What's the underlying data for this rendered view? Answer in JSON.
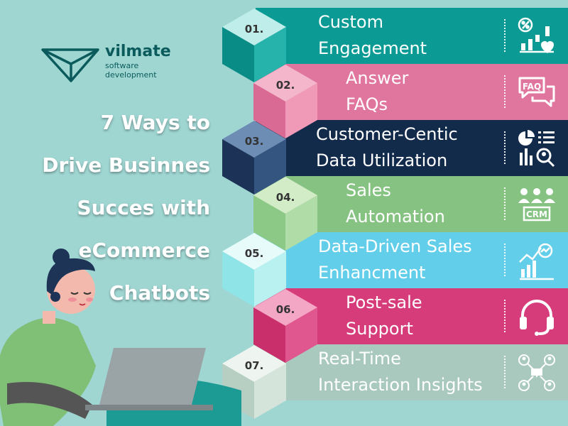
{
  "brand": {
    "name": "vilmate",
    "tagline_line1": "software",
    "tagline_line2": "development"
  },
  "headline": {
    "lines": [
      "7 Ways to",
      "Drive Businnes",
      "Succes with",
      "eCommerce",
      "Chatbots"
    ]
  },
  "steps": [
    {
      "number": "01.",
      "line1": "Custom",
      "line2": "Engagement",
      "icon": "analytics-icon",
      "color": "#0b9b94"
    },
    {
      "number": "02.",
      "line1": "Answer",
      "line2": "FAQs",
      "icon": "faq-icon",
      "color": "#e0769e"
    },
    {
      "number": "03.",
      "line1": "Customer-Centic",
      "line2": "Data Utilization",
      "icon": "data-report-icon",
      "color": "#132b4b"
    },
    {
      "number": "04.",
      "line1": "Sales",
      "line2": "Automation",
      "icon": "crm-icon",
      "color": "#86c383"
    },
    {
      "number": "05.",
      "line1": "Data-Driven Sales",
      "line2": "Enhancment",
      "icon": "growth-chart-icon",
      "color": "#62ceea"
    },
    {
      "number": "06.",
      "line1": "Post-sale",
      "line2": "Support",
      "icon": "headset-icon",
      "color": "#d63b7a"
    },
    {
      "number": "07.",
      "line1": "Real-Time",
      "line2": "Interaction Insights",
      "icon": "network-people-icon",
      "color": "#a9c9be"
    }
  ],
  "colors": {
    "background": "#9fd6d2",
    "brand": "#0b5b5c"
  }
}
